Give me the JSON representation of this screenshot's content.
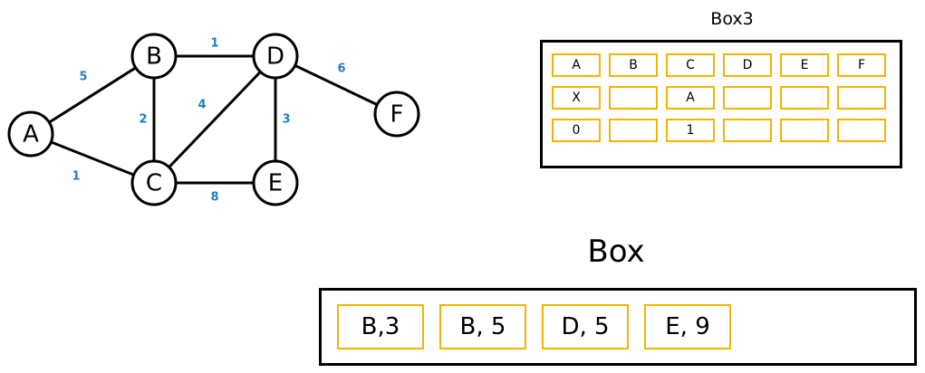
{
  "graph": {
    "nodes": [
      {
        "id": "A",
        "label": "A",
        "highlighted": true
      },
      {
        "id": "B",
        "label": "B",
        "highlighted": false
      },
      {
        "id": "C",
        "label": "C",
        "highlighted": false
      },
      {
        "id": "D",
        "label": "D",
        "highlighted": false
      },
      {
        "id": "E",
        "label": "E",
        "highlighted": false
      },
      {
        "id": "F",
        "label": "F",
        "highlighted": false
      }
    ],
    "edges": [
      {
        "from": "A",
        "to": "B",
        "weight": "5"
      },
      {
        "from": "A",
        "to": "C",
        "weight": "1"
      },
      {
        "from": "B",
        "to": "C",
        "weight": "2"
      },
      {
        "from": "B",
        "to": "D",
        "weight": "1"
      },
      {
        "from": "C",
        "to": "D",
        "weight": "4"
      },
      {
        "from": "C",
        "to": "E",
        "weight": "8"
      },
      {
        "from": "D",
        "to": "E",
        "weight": "3"
      },
      {
        "from": "D",
        "to": "F",
        "weight": "6"
      }
    ],
    "colors": {
      "highlight": "#cc0000",
      "weight": "#1f7fc4",
      "border": "#f5b400"
    }
  },
  "box3": {
    "title": "Box3",
    "rows": [
      [
        "A",
        "B",
        "C",
        "D",
        "E",
        "F"
      ],
      [
        "X",
        "",
        "A",
        "",
        "",
        ""
      ],
      [
        "0",
        "",
        "1",
        "",
        "",
        ""
      ]
    ]
  },
  "box": {
    "title": "Box",
    "items": [
      "B,3",
      "B, 5",
      "D, 5",
      "E, 9"
    ]
  }
}
